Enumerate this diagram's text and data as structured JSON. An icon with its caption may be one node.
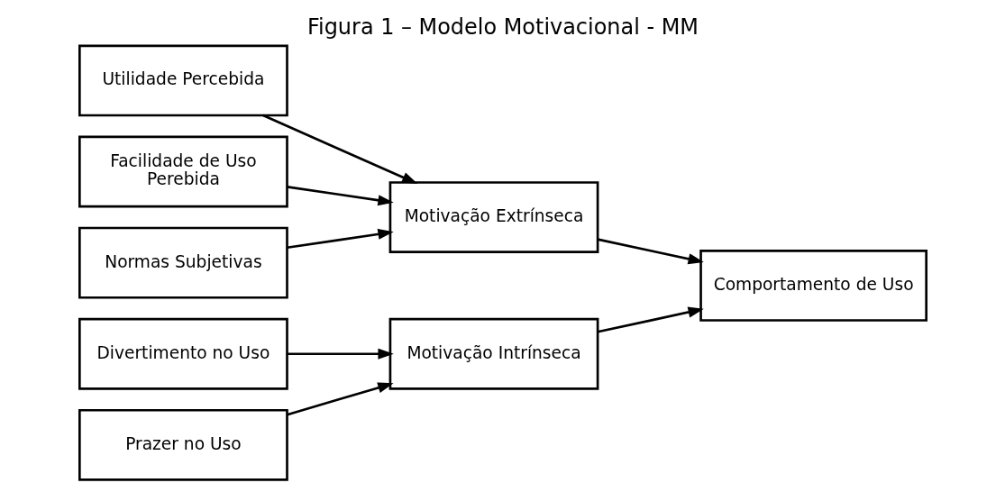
{
  "diagram": {
    "title": "Figura 1 – Modelo Motivacional - MM",
    "nodes": [
      {
        "text": [
          "Utilidade Percebida"
        ]
      },
      {
        "text": [
          "Facilidade de Uso Perebida"
        ]
      },
      {
        "text": [
          "Normas Subjetivas"
        ]
      },
      {
        "text": [
          "Motivação Extrínseca"
        ]
      },
      {
        "text": [
          "Comportamento de Uso"
        ]
      },
      {
        "text": [
          "Divertimento no Uso"
        ]
      },
      {
        "text": [
          "Prazer no Uso"
        ]
      },
      {
        "text": [
          "Motivação Intrínseca"
        ]
      }
    ],
    "edges": [
      {
        "from": 0,
        "to": 3,
        "arrow": "to"
      },
      {
        "from": 1,
        "to": 3,
        "arrow": "to"
      },
      {
        "from": 2,
        "to": 3,
        "arrow": "to"
      },
      {
        "from": 3,
        "to": 4,
        "arrow": "to"
      },
      {
        "from": 5,
        "to": 7,
        "arrow": "to"
      },
      {
        "from": 6,
        "to": 7,
        "arrow": "to"
      },
      {
        "from": 7,
        "to": 4,
        "arrow": "to"
      }
    ]
  }
}
